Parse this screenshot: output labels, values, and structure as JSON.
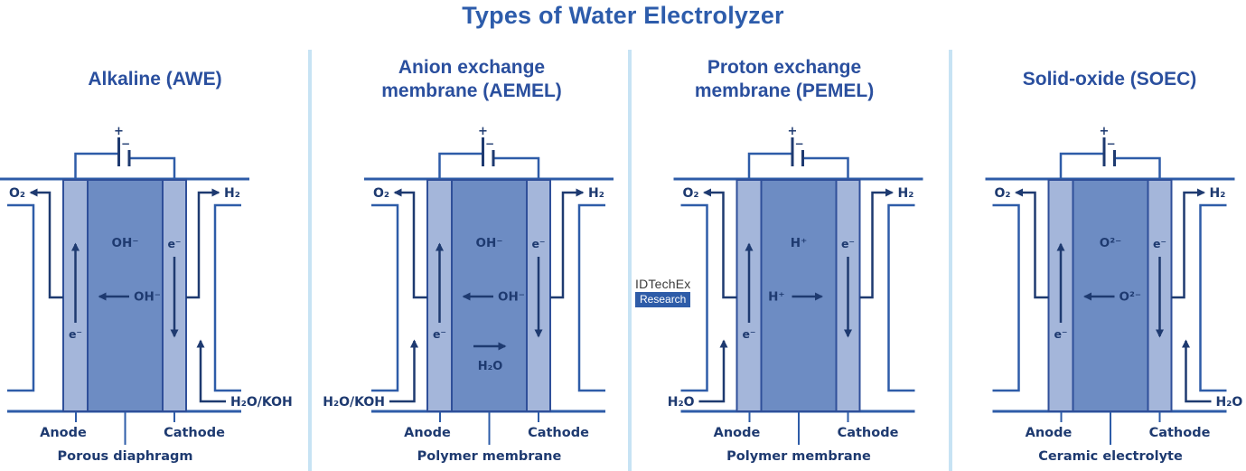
{
  "main_title": "Types of Water Electrolyzer",
  "watermark": {
    "line1": "IDTechEx",
    "line2": "Research"
  },
  "colors": {
    "title_blue": "#2d5cab",
    "heading_blue": "#2a4f9e",
    "line_blue": "#2e5ca8",
    "arrow_navy": "#1e3a70",
    "electrode_fill": "#a4b6da",
    "membrane_fill": "#6d8cc3",
    "cell_border": "#2f4f99",
    "divider_blue": "#c7e3f4",
    "logo_text": "#3b3b3b",
    "logo_bg": "#2e5ca8"
  },
  "panels": [
    {
      "id": "awe",
      "title_line1": "Alkaline (AWE)",
      "title_line2": "",
      "anode_gas": "O₂",
      "cathode_gas": "H₂",
      "ion_label": "OH⁻",
      "ion_direction": "left",
      "electron_label": "e⁻",
      "inlet_label": "H₂O/KOH",
      "inlet_side": "right",
      "membrane_flow": null,
      "anode_label": "Anode",
      "cathode_label": "Cathode",
      "separator_label": "Porous diaphragm",
      "battery_plus": "+",
      "battery_minus": "−"
    },
    {
      "id": "aemel",
      "title_line1": "Anion exchange",
      "title_line2": "membrane (AEMEL)",
      "anode_gas": "O₂",
      "cathode_gas": "H₂",
      "ion_label": "OH⁻",
      "ion_direction": "left",
      "electron_label": "e⁻",
      "inlet_label": "H₂O/KOH",
      "inlet_side": "left",
      "membrane_flow": {
        "label": "H₂O",
        "direction": "right"
      },
      "anode_label": "Anode",
      "cathode_label": "Cathode",
      "separator_label": "Polymer membrane",
      "battery_plus": "+",
      "battery_minus": "−"
    },
    {
      "id": "pemel",
      "title_line1": "Proton exchange",
      "title_line2": "membrane (PEMEL)",
      "anode_gas": "O₂",
      "cathode_gas": "H₂",
      "ion_label": "H⁺",
      "ion_direction": "right",
      "electron_label": "e⁻",
      "inlet_label": "H₂O",
      "inlet_side": "left",
      "membrane_flow": null,
      "anode_label": "Anode",
      "cathode_label": "Cathode",
      "separator_label": "Polymer membrane",
      "battery_plus": "+",
      "battery_minus": "−"
    },
    {
      "id": "soec",
      "title_line1": "Solid-oxide (SOEC)",
      "title_line2": "",
      "anode_gas": "O₂",
      "cathode_gas": "H₂",
      "ion_label": "O²⁻",
      "ion_direction": "left",
      "electron_label": "e⁻",
      "inlet_label": "H₂O",
      "inlet_side": "right",
      "membrane_flow": null,
      "anode_label": "Anode",
      "cathode_label": "Cathode",
      "separator_label": "Ceramic electrolyte",
      "battery_plus": "+",
      "battery_minus": "−"
    }
  ]
}
